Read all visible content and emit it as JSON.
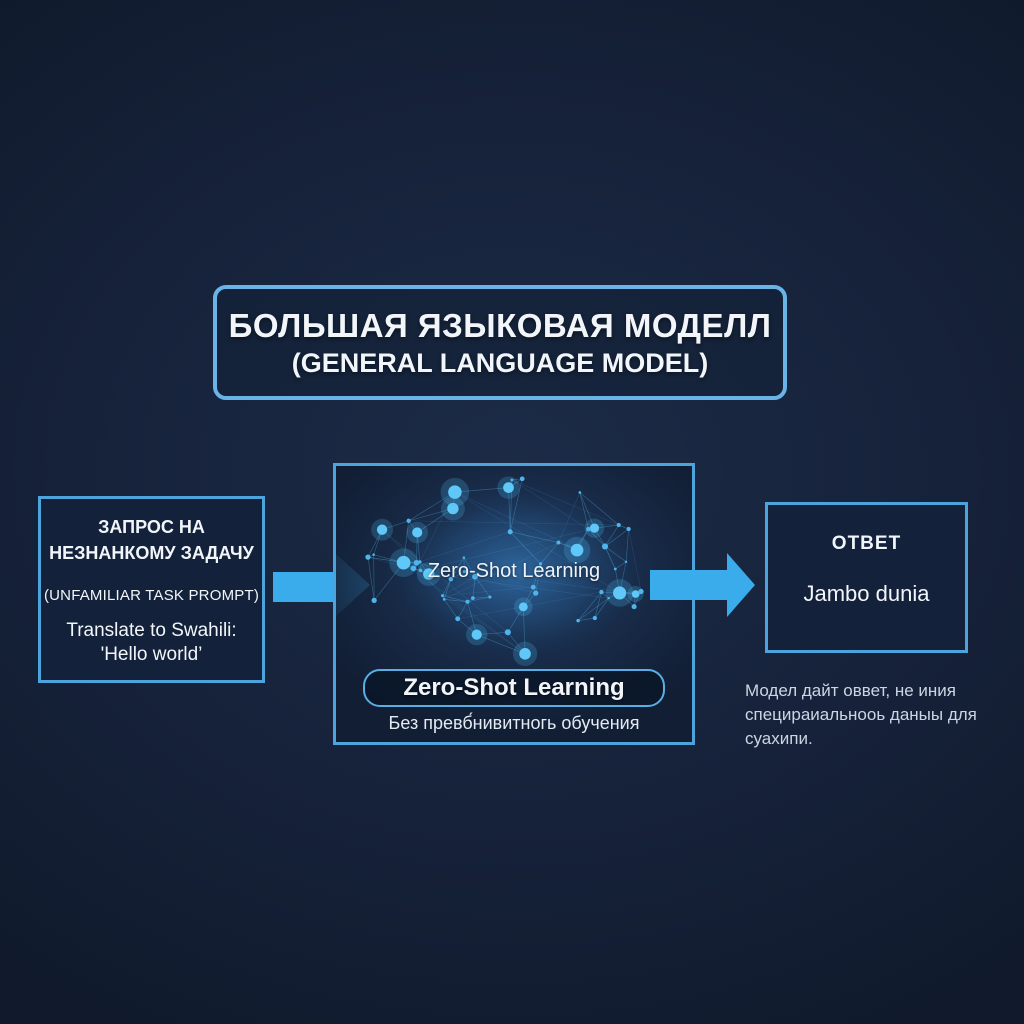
{
  "diagram": {
    "title": {
      "line1": "БОЛЬШАЯ ЯЗЫКОВАЯ МОДЕЛЛ",
      "line2": "(GENERAL LANGUAGE MODEL)"
    },
    "prompt_box": {
      "heading_line1": "ЗАПРОС НА",
      "heading_line2": "НЕЗНАНКОМУ ЗАДАЧУ",
      "subheading": "(UNFAMILIAR TASK PROMPT)",
      "example_line1": "Translate to Swahili:",
      "example_line2": "'Hello world’"
    },
    "model_box": {
      "overlay_label": "Zero-Shot Learning",
      "badge_label": "Zero-Shot Learning",
      "caption": "Без превб́нивитногь обучения"
    },
    "answer_box": {
      "heading": "ОТВЕТ",
      "value": "Jambo dunia"
    },
    "note": {
      "line1": "Модел дайт оввет, не иния",
      "line2": "специраиальнооь даныы для",
      "line3": "суахипи."
    }
  },
  "colors": {
    "background": "#16223A",
    "panel_border": "#4DA4DC",
    "title_border": "#69B3E7",
    "arrow": "#3AABEB",
    "network_node": "#4FC0F5",
    "text": "#F2F6FA",
    "muted_text": "#CBD6E4"
  }
}
